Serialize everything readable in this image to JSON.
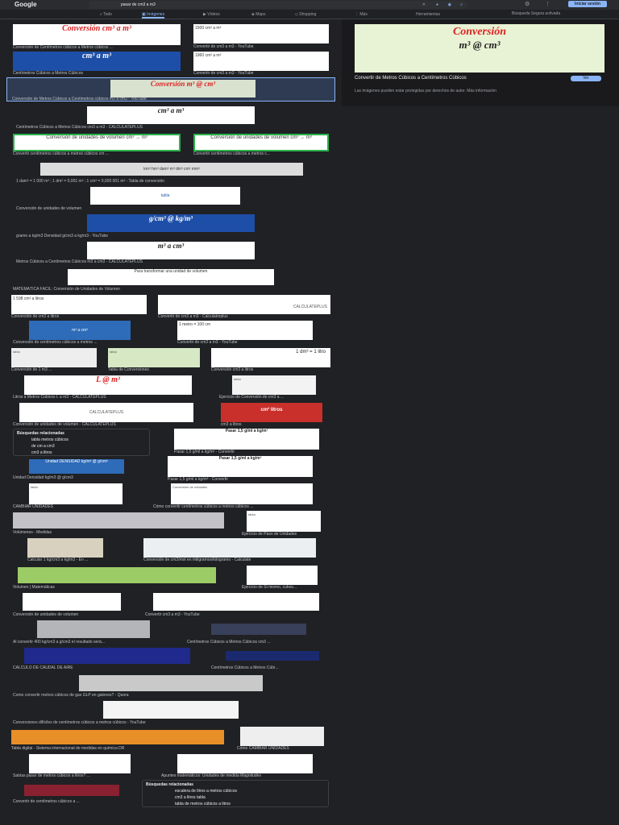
{
  "header": {
    "logo": "Google",
    "query": "pasar de cm3 a m3",
    "signin": "Iniciar sesión",
    "settings_icon": "gear-icon",
    "apps_icon": "apps-icon"
  },
  "tabs": [
    {
      "label": "Todo"
    },
    {
      "label": "Imágenes"
    },
    {
      "label": "Vídeos"
    },
    {
      "label": "Maps"
    },
    {
      "label": "Shopping"
    },
    {
      "label": "Más"
    },
    {
      "label": "Herramientas"
    }
  ],
  "safesearch": "Búsqueda Segura activada",
  "preview": {
    "image_title": "Conversión",
    "image_eq": "m³ @ cm³",
    "title": "Convertir de Metros Cúbicos a Centímetros Cúbicos",
    "visit": "Ver",
    "note": "Las imágenes pueden estar protegidas por derechos de autor. Más información"
  },
  "results": [
    {
      "caption": "Conversión de Centímetros cúbicos a Metros cúbicos ...",
      "thumb": "Conversión cm³ a m³"
    },
    {
      "caption": "Convertir de cm3 a m3 - YouTube",
      "thumb": "1500 cm³ a m³"
    },
    {
      "caption": "Centímetros Cúbicos a Metros Cúbicos",
      "thumb": "cm³ a m³"
    },
    {
      "caption": "Convertir de cm3 a m3 - YouTube",
      "thumb": "1960 cm³ a m³"
    },
    {
      "caption": "Conversión de Metros Cúbicos a Centímetros cúbicos m3 a cm3 - YouTube",
      "thumb": "Conversión m³ @ cm³"
    },
    {
      "caption": "Centímetros Cúbicos a Metros Cúbicos cm3 a m3 - CALCULATEPLUS",
      "thumb": "cm³ a m³"
    },
    {
      "caption": "Convertir centímetros cúbicos a metros cúbicos cm ...",
      "thumb": "Conversión de unidades de volumen cm³ → m³"
    },
    {
      "caption": "Convertir centímetros cúbicos a metros c...",
      "thumb": "Conversión de unidades de volumen cm³ → m³"
    },
    {
      "caption": "1 dam³ = 1 000 m³ ; 1 dm³ = 0,001 m³ ; 1 cm³ = 0,000 001 m³ - Tabla de conversión",
      "thumb": "km³ hm³ dam³ m³ dm³ cm³ mm³"
    },
    {
      "caption": "Conversión de unidades de volumen",
      "thumb": "tabla"
    },
    {
      "caption": "gramo a kg/m3 Densidad g/cm3 a kg/m3 - YouTube",
      "thumb": "g/cm³ @ kg/m³"
    },
    {
      "caption": "Metros Cúbicos a Centímetros Cúbicos m3 a cm3 - CALCULATEPLUS",
      "thumb": "m³ a cm³"
    },
    {
      "caption": "MATEMÁTICA FÁCIL: Conversión de Unidades de Volumen",
      "thumb": "Para transformar una unidad de volumen"
    },
    {
      "caption": "Conversión de cm3 a litros",
      "thumb": "1 598 cm³ a litros"
    },
    {
      "caption": "Convertir de cm3 a m3 - Calculatorplus",
      "thumb": "CALCULATEPLUS"
    },
    {
      "caption": "Conversión de centímetros cúbicos a metros ...",
      "thumb": "m³ a cm³"
    },
    {
      "caption": "Convertir de cm3 a m3 - YouTube",
      "thumb": "1 metro = 100 cm"
    },
    {
      "caption": "Conversión de 1 m3 ...",
      "thumb": "tabla"
    },
    {
      "caption": "Tabla de Conversiones",
      "thumb": "tabla"
    },
    {
      "caption": "Conversión cm3 a litros",
      "thumb": "1 dm³ = 1 litro"
    },
    {
      "caption": "Litros a Metros Cúbicos L a m3 - CALCULATEPLUS",
      "thumb": "L @ m³"
    },
    {
      "caption": "Ejercicio de Conversión de cm3 a ...",
      "thumb": "tabla"
    },
    {
      "caption": "Conversión de unidades de volumen - CALCULATEPLUS",
      "thumb": "CALCULATEPLUS"
    },
    {
      "caption": "cm3 a litros",
      "thumb": "cm³ litros"
    },
    {
      "caption": "Pasar 1,5 g/ml a kg/m³ - Convertir",
      "thumb": "Pasar 1,5 g/ml a kg/m³"
    },
    {
      "caption": "Unidad Densidad kg/m3 @ g/cm3",
      "thumb": "Unidad DENSIDAD kg/m³ @ g/cm³"
    },
    {
      "caption": "Pasar 1,5 g/ml a kg/m³ - Convertir",
      "thumb": "Pasar 1,5 g/ml a kg/m³"
    },
    {
      "caption": "CAMBIAR UNIDADES",
      "thumb": "tabla"
    },
    {
      "caption": "Cómo convertir centímetros cúbicos a metros cúbicos ...",
      "thumb": "Conversión de unidades"
    },
    {
      "caption": "Volúmenes - Medidas",
      "thumb": ""
    },
    {
      "caption": "Ejercicio de Paso de Unidades",
      "thumb": "tabla"
    },
    {
      "caption": "Calcular 1 kg/cm3 a kg/m3 - En ...",
      "thumb": ""
    },
    {
      "caption": "Conversión de cm3/mol en miligramos/kilogramo - Calculate",
      "thumb": ""
    },
    {
      "caption": "Volumen | Matemáticas",
      "thumb": ""
    },
    {
      "caption": "Ejercicio de Si mismo, cubos...",
      "thumb": ""
    },
    {
      "caption": "Conversión de unidades de volumen",
      "thumb": ""
    },
    {
      "caption": "Convertir cm3 a m3 - YouTube",
      "thumb": ""
    },
    {
      "caption": "Al convertir 400 kg/cm3 a g/cm3 el resultado será...",
      "thumb": ""
    },
    {
      "caption": "Centímetros Cúbicos a Metros Cúbicos cm3 ...",
      "thumb": ""
    },
    {
      "caption": "CÁLCULO DE CAUDAL DE AIRE",
      "thumb": ""
    },
    {
      "caption": "Centímetros Cúbicos a Metros Cúbi...",
      "thumb": ""
    },
    {
      "caption": "Como convertir metros cúbicos de gas GLP en galones? - Quora",
      "thumb": ""
    },
    {
      "caption": "Conversiones difíciles de centímetros cúbicos a metros cúbicos - YouTube",
      "thumb": ""
    },
    {
      "caption": "Tabla digital - Sistema internacional de medidas en química DR",
      "thumb": ""
    },
    {
      "caption": "Cómo CAMBIAR UNIDADES",
      "thumb": ""
    },
    {
      "caption": "Sabías pasar de metros cúbicos a litros? ...",
      "thumb": ""
    },
    {
      "caption": "Apuntes matemáticos: Unidades de medida Magnitudes",
      "thumb": ""
    },
    {
      "caption": "Convertir de centímetros cúbicos a ...",
      "thumb": ""
    }
  ],
  "related1": {
    "heading": "Búsquedas relacionadas",
    "items": [
      "tabla metros cúbicos",
      "de cm a cm3",
      "cm3 a litros"
    ]
  },
  "related2": {
    "heading": "Búsquedas relacionadas",
    "items": [
      "escalera de litros a metros cúbicos",
      "cm3 a litros tabla",
      "tabla de metros cúbicos a litros"
    ]
  }
}
